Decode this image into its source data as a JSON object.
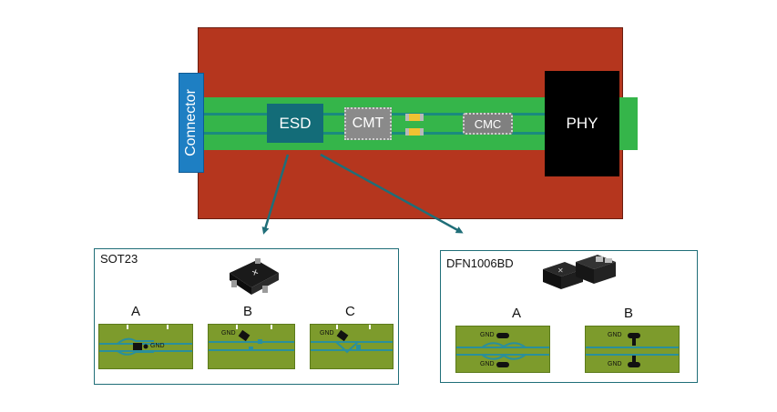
{
  "board": {
    "connector_label": "Connector",
    "esd_label": "ESD",
    "cmt_label": "CMT",
    "cmc_label": "CMC",
    "phy_label": "PHY"
  },
  "panels": {
    "sot23": {
      "title": "SOT23",
      "variants": [
        "A",
        "B",
        "C"
      ],
      "gnd_label": "GND"
    },
    "dfn1006bd": {
      "title": "DFN1006BD",
      "variants": [
        "A",
        "B"
      ],
      "gnd_label": "GND"
    }
  },
  "colors": {
    "board": "#b5361e",
    "strip": "#35b54a",
    "trace": "#1a8a7e",
    "connector": "#1e7fc3",
    "esd": "#136c78",
    "phy": "#000000",
    "panel_border": "#1f6e78",
    "pcb_tile": "#7d9b2c"
  }
}
